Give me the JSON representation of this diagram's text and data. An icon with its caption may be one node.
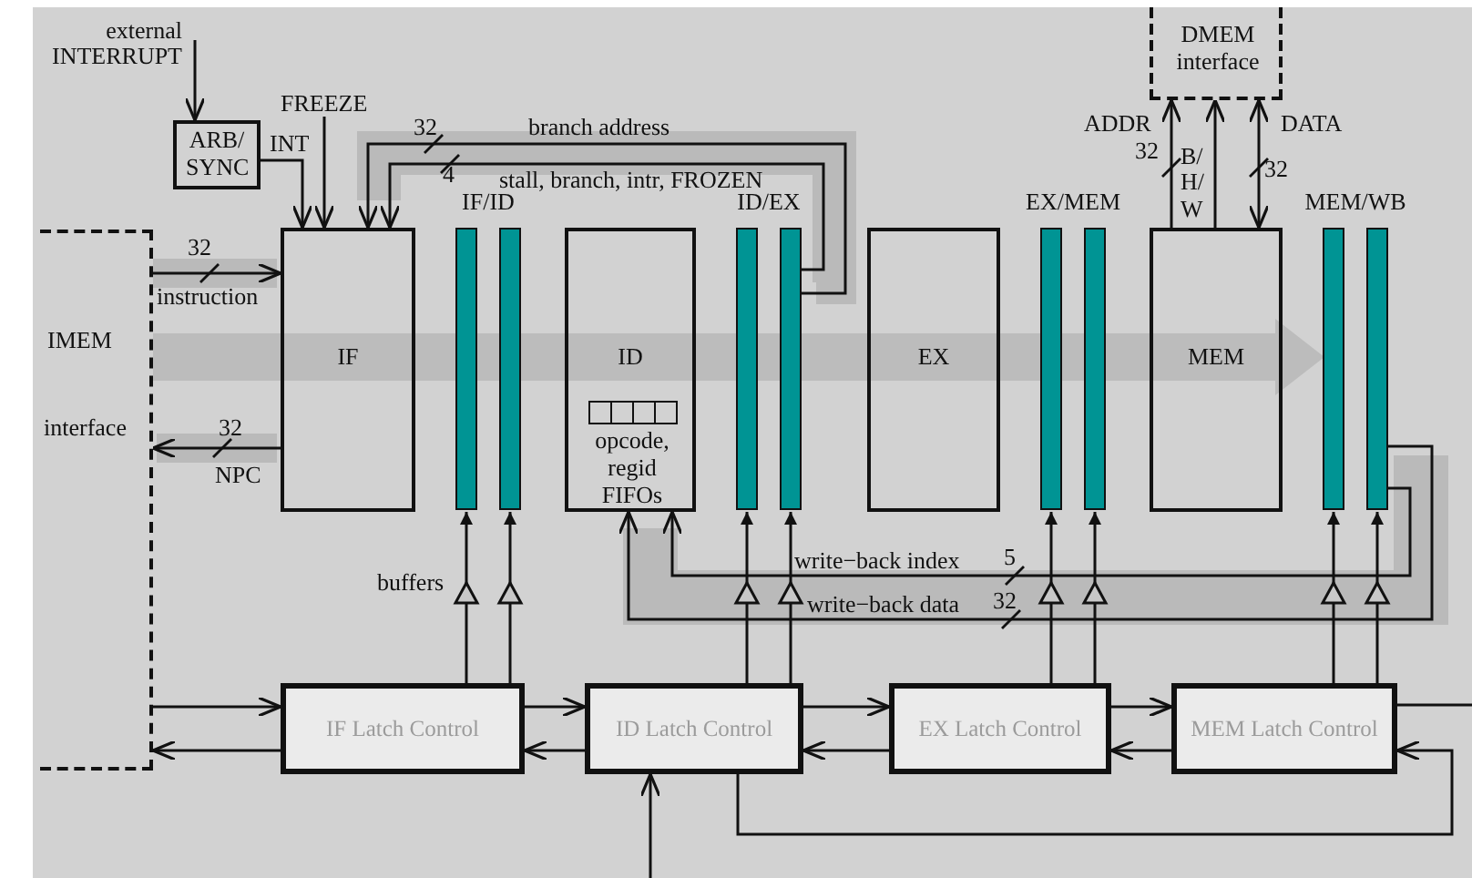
{
  "diagram": {
    "nodes": [
      {
        "text": [
          "ARB/ SYNC"
        ]
      },
      {
        "text": [
          "IMEM",
          "interface"
        ]
      },
      {
        "text": [
          "IF"
        ]
      },
      {
        "text": [
          "IF/ID"
        ]
      },
      {
        "text": [
          "ID",
          "opcode, regid FIFOs"
        ]
      },
      {
        "text": [
          "ID/EX"
        ]
      },
      {
        "text": [
          "EX"
        ]
      },
      {
        "text": [
          "EX/MEM"
        ]
      },
      {
        "text": [
          "MEM"
        ]
      },
      {
        "text": [
          "MEM/WB"
        ]
      },
      {
        "text": [
          "DMEM interface"
        ]
      },
      {
        "text": [
          "IF Latch Control"
        ]
      },
      {
        "text": [
          "ID Latch Control"
        ]
      },
      {
        "text": [
          "EX Latch Control"
        ]
      },
      {
        "text": [
          "MEM Latch Control"
        ]
      }
    ],
    "edges": [
      {
        "from": null,
        "to": 0,
        "arrow": "to",
        "label": "external INTERRUPT"
      },
      {
        "from": 0,
        "to": 2,
        "arrow": "to",
        "label": "INT"
      },
      {
        "from": null,
        "to": 2,
        "arrow": "to",
        "label": "FREEZE"
      },
      {
        "from": 5,
        "to": 2,
        "arrow": "to",
        "label": "branch address"
      },
      {
        "from": 5,
        "to": 2,
        "arrow": "to",
        "label": "stall, branch, intr, FROZEN"
      },
      {
        "from": 1,
        "to": 2,
        "arrow": "to",
        "label": "instruction"
      },
      {
        "from": 2,
        "to": 1,
        "arrow": "to",
        "label": "NPC"
      },
      {
        "from": 8,
        "to": 10,
        "arrow": "to",
        "label": "ADDR"
      },
      {
        "from": 8,
        "to": 10,
        "arrow": "to",
        "label": "B/ H/ W"
      },
      {
        "from": 8,
        "to": 10,
        "arrow": "both",
        "label": "DATA"
      },
      {
        "from": 9,
        "to": 4,
        "arrow": "to",
        "label": "write−back index"
      },
      {
        "from": 9,
        "to": 4,
        "arrow": "to",
        "label": "write−back data"
      },
      {
        "from": 11,
        "to": 3,
        "arrow": "to"
      },
      {
        "from": 11,
        "to": 3,
        "arrow": "to"
      },
      {
        "from": 12,
        "to": 5,
        "arrow": "to"
      },
      {
        "from": 12,
        "to": 5,
        "arrow": "to"
      },
      {
        "from": 13,
        "to": 7,
        "arrow": "to"
      },
      {
        "from": 13,
        "to": 7,
        "arrow": "to"
      },
      {
        "from": 14,
        "to": 9,
        "arrow": "to"
      },
      {
        "from": 14,
        "to": 9,
        "arrow": "to"
      },
      {
        "from": 1,
        "to": 11,
        "arrow": "to"
      },
      {
        "from": 11,
        "to": 1,
        "arrow": "to"
      },
      {
        "from": 11,
        "to": 12,
        "arrow": "to"
      },
      {
        "from": 12,
        "to": 11,
        "arrow": "to"
      },
      {
        "from": 12,
        "to": 13,
        "arrow": "to"
      },
      {
        "from": 13,
        "to": 12,
        "arrow": "to"
      },
      {
        "from": 13,
        "to": 14,
        "arrow": "to"
      },
      {
        "from": 14,
        "to": 13,
        "arrow": "to"
      },
      {
        "from": 14,
        "to": null,
        "arrow": "none"
      },
      {
        "from": 12,
        "to": 14,
        "arrow": "to"
      },
      {
        "from": null,
        "to": 12,
        "arrow": "to"
      }
    ],
    "labels": [
      "32",
      "32",
      "4",
      "32",
      "32",
      "32",
      "5",
      "buffers",
      "32"
    ]
  }
}
